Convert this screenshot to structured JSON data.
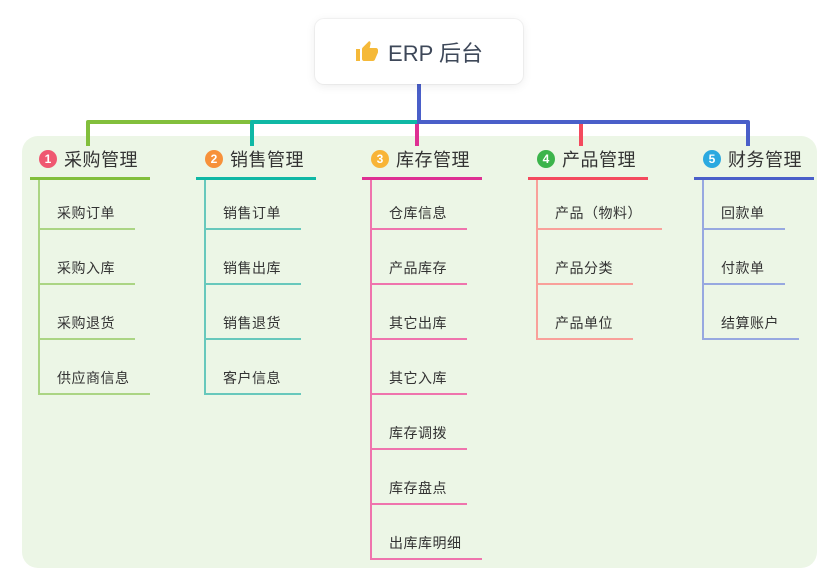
{
  "root": {
    "title": "ERP 后台",
    "icon": "thumbs-up-icon",
    "icon_color": "#f5b939",
    "title_color": "#3e4859",
    "background": "#ffffff"
  },
  "canvas": {
    "panel_background": "#ecf6e6"
  },
  "connector": {
    "color": "#4a5fc9"
  },
  "branches": [
    {
      "badge": "1",
      "label": "采购管理",
      "badge_color": "#ef5871",
      "color": "#82bf3c",
      "light_color": "#abd584",
      "items": [
        "采购订单",
        "采购入库",
        "采购退货",
        "供应商信息"
      ]
    },
    {
      "badge": "2",
      "label": "销售管理",
      "badge_color": "#f7913a",
      "color": "#0fb8a5",
      "light_color": "#67c8bc",
      "items": [
        "销售订单",
        "销售出库",
        "销售退货",
        "客户信息"
      ]
    },
    {
      "badge": "3",
      "label": "库存管理",
      "badge_color": "#f8b437",
      "color": "#de3093",
      "light_color": "#ef74ad",
      "items": [
        "仓库信息",
        "产品库存",
        "其它出库",
        "其它入库",
        "库存调拨",
        "库存盘点",
        "出库库明细"
      ]
    },
    {
      "badge": "4",
      "label": "产品管理",
      "badge_color": "#3cb44b",
      "color": "#f44a5e",
      "light_color": "#f9a09a",
      "items": [
        "产品（物料）",
        "产品分类",
        "产品单位"
      ]
    },
    {
      "badge": "5",
      "label": "财务管理",
      "badge_color": "#2ba9e0",
      "color": "#4a5fc9",
      "light_color": "#97a8e0",
      "items": [
        "回款单",
        "付款单",
        "结算账户"
      ]
    }
  ]
}
